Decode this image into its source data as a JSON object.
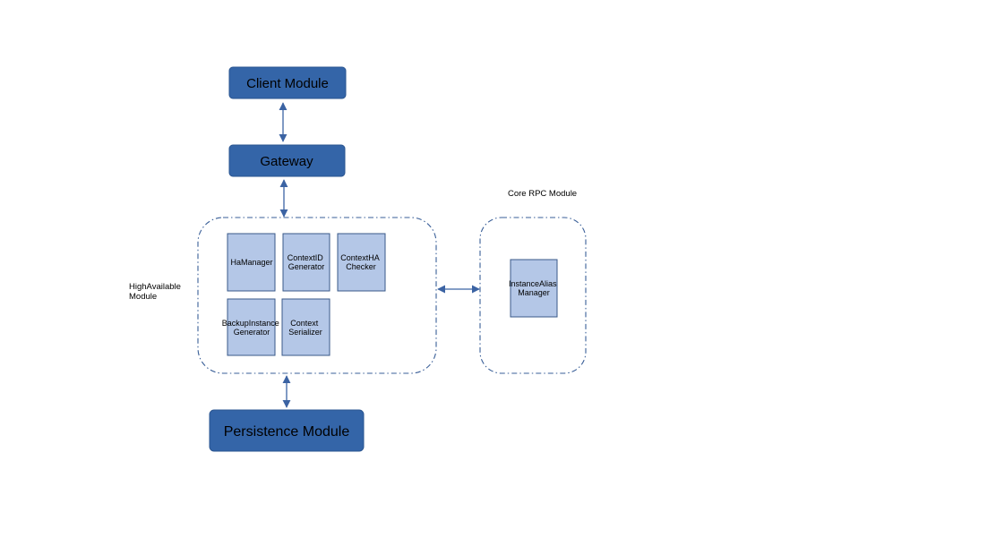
{
  "colors": {
    "module_fill": "#3465A8",
    "module_border": "#2A5590",
    "component_fill": "#B4C7E7",
    "component_border": "#3A5A89",
    "arrow": "#3B63A3",
    "container_border": "#3A5F98",
    "text": "#000000"
  },
  "modules": {
    "client": "Client Module",
    "gateway": "Gateway",
    "persistence": "Persistence Module"
  },
  "high_available": {
    "label_line1": "HighAvailable",
    "label_line2": "Module",
    "components": {
      "ha_manager": [
        "HaManager"
      ],
      "context_id_generator": [
        "ContextID",
        "Generator"
      ],
      "context_ha_checker": [
        "ContextHA",
        "Checker"
      ],
      "backup_instance_generator": [
        "BackupInstance",
        "Generator"
      ],
      "context_serializer": [
        "Context",
        "Serializer"
      ]
    }
  },
  "core_rpc": {
    "label": "Core RPC Module",
    "components": {
      "instance_alias_manager": [
        "InstanceAlias",
        "Manager"
      ]
    }
  }
}
